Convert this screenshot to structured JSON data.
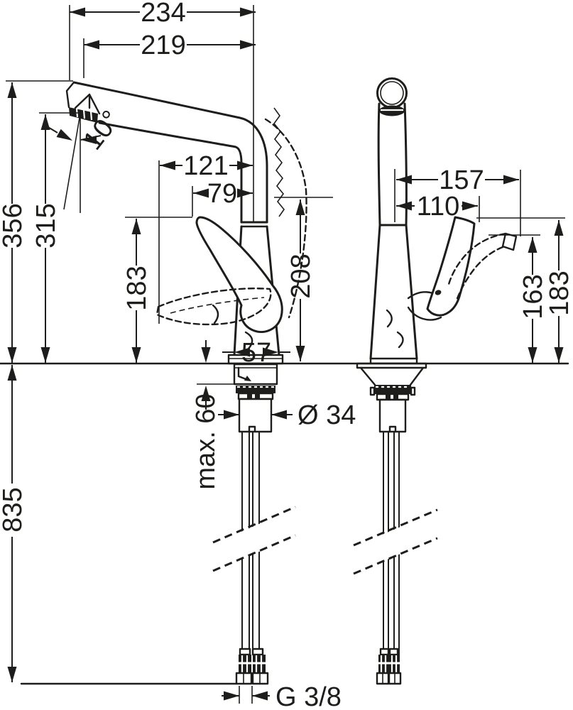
{
  "colors": {
    "ink": "#1d1d1b",
    "paper": "#ffffff"
  },
  "labels": {
    "d234": "234",
    "d219": "219",
    "d10deg": "10°",
    "d121": "121",
    "d79": "79",
    "d157": "157",
    "d110": "110",
    "d356": "356",
    "d315": "315",
    "d183_front": "183",
    "d208": "208",
    "d163": "163",
    "d183_side": "183",
    "d57": "57",
    "dmax60": "max. 60",
    "ddia34": "Ø 34",
    "d835": "835",
    "dg38": "G 3/8"
  }
}
